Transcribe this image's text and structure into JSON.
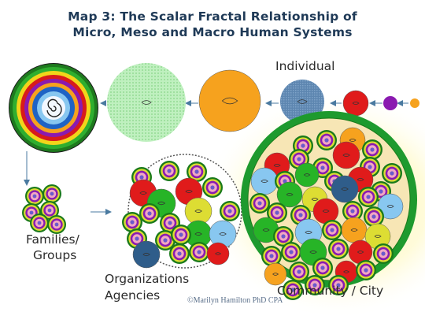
{
  "title": {
    "line1": "Map 3: The Scalar Fractal Relationship of",
    "line2": "Micro, Meso and Macro Human Systems"
  },
  "labels": {
    "individual": "Individual",
    "families_line1": "Families/",
    "families_line2": "Groups",
    "organizations_line1": "Organizations",
    "agencies": "Agencies",
    "community_city": "Community / City",
    "copyright": "©Marilyn  Hamilton   PhD CPA"
  },
  "colors": {
    "title": "#1f3a57",
    "arrow": "#4a7aa0",
    "green_ring": "#1e9a2e",
    "dark_green": "#1a7a1a",
    "glow": "#fffbcf",
    "navy": "#2f5d8a",
    "red": "#e01b1b",
    "orange": "#f6a21e",
    "purple": "#8a1ab0",
    "yellow": "#dddd33",
    "light_blue": "#88c7f0",
    "pink": "#f2a7c3"
  },
  "icons": [
    "spiral-icon",
    "arrow-icon"
  ]
}
